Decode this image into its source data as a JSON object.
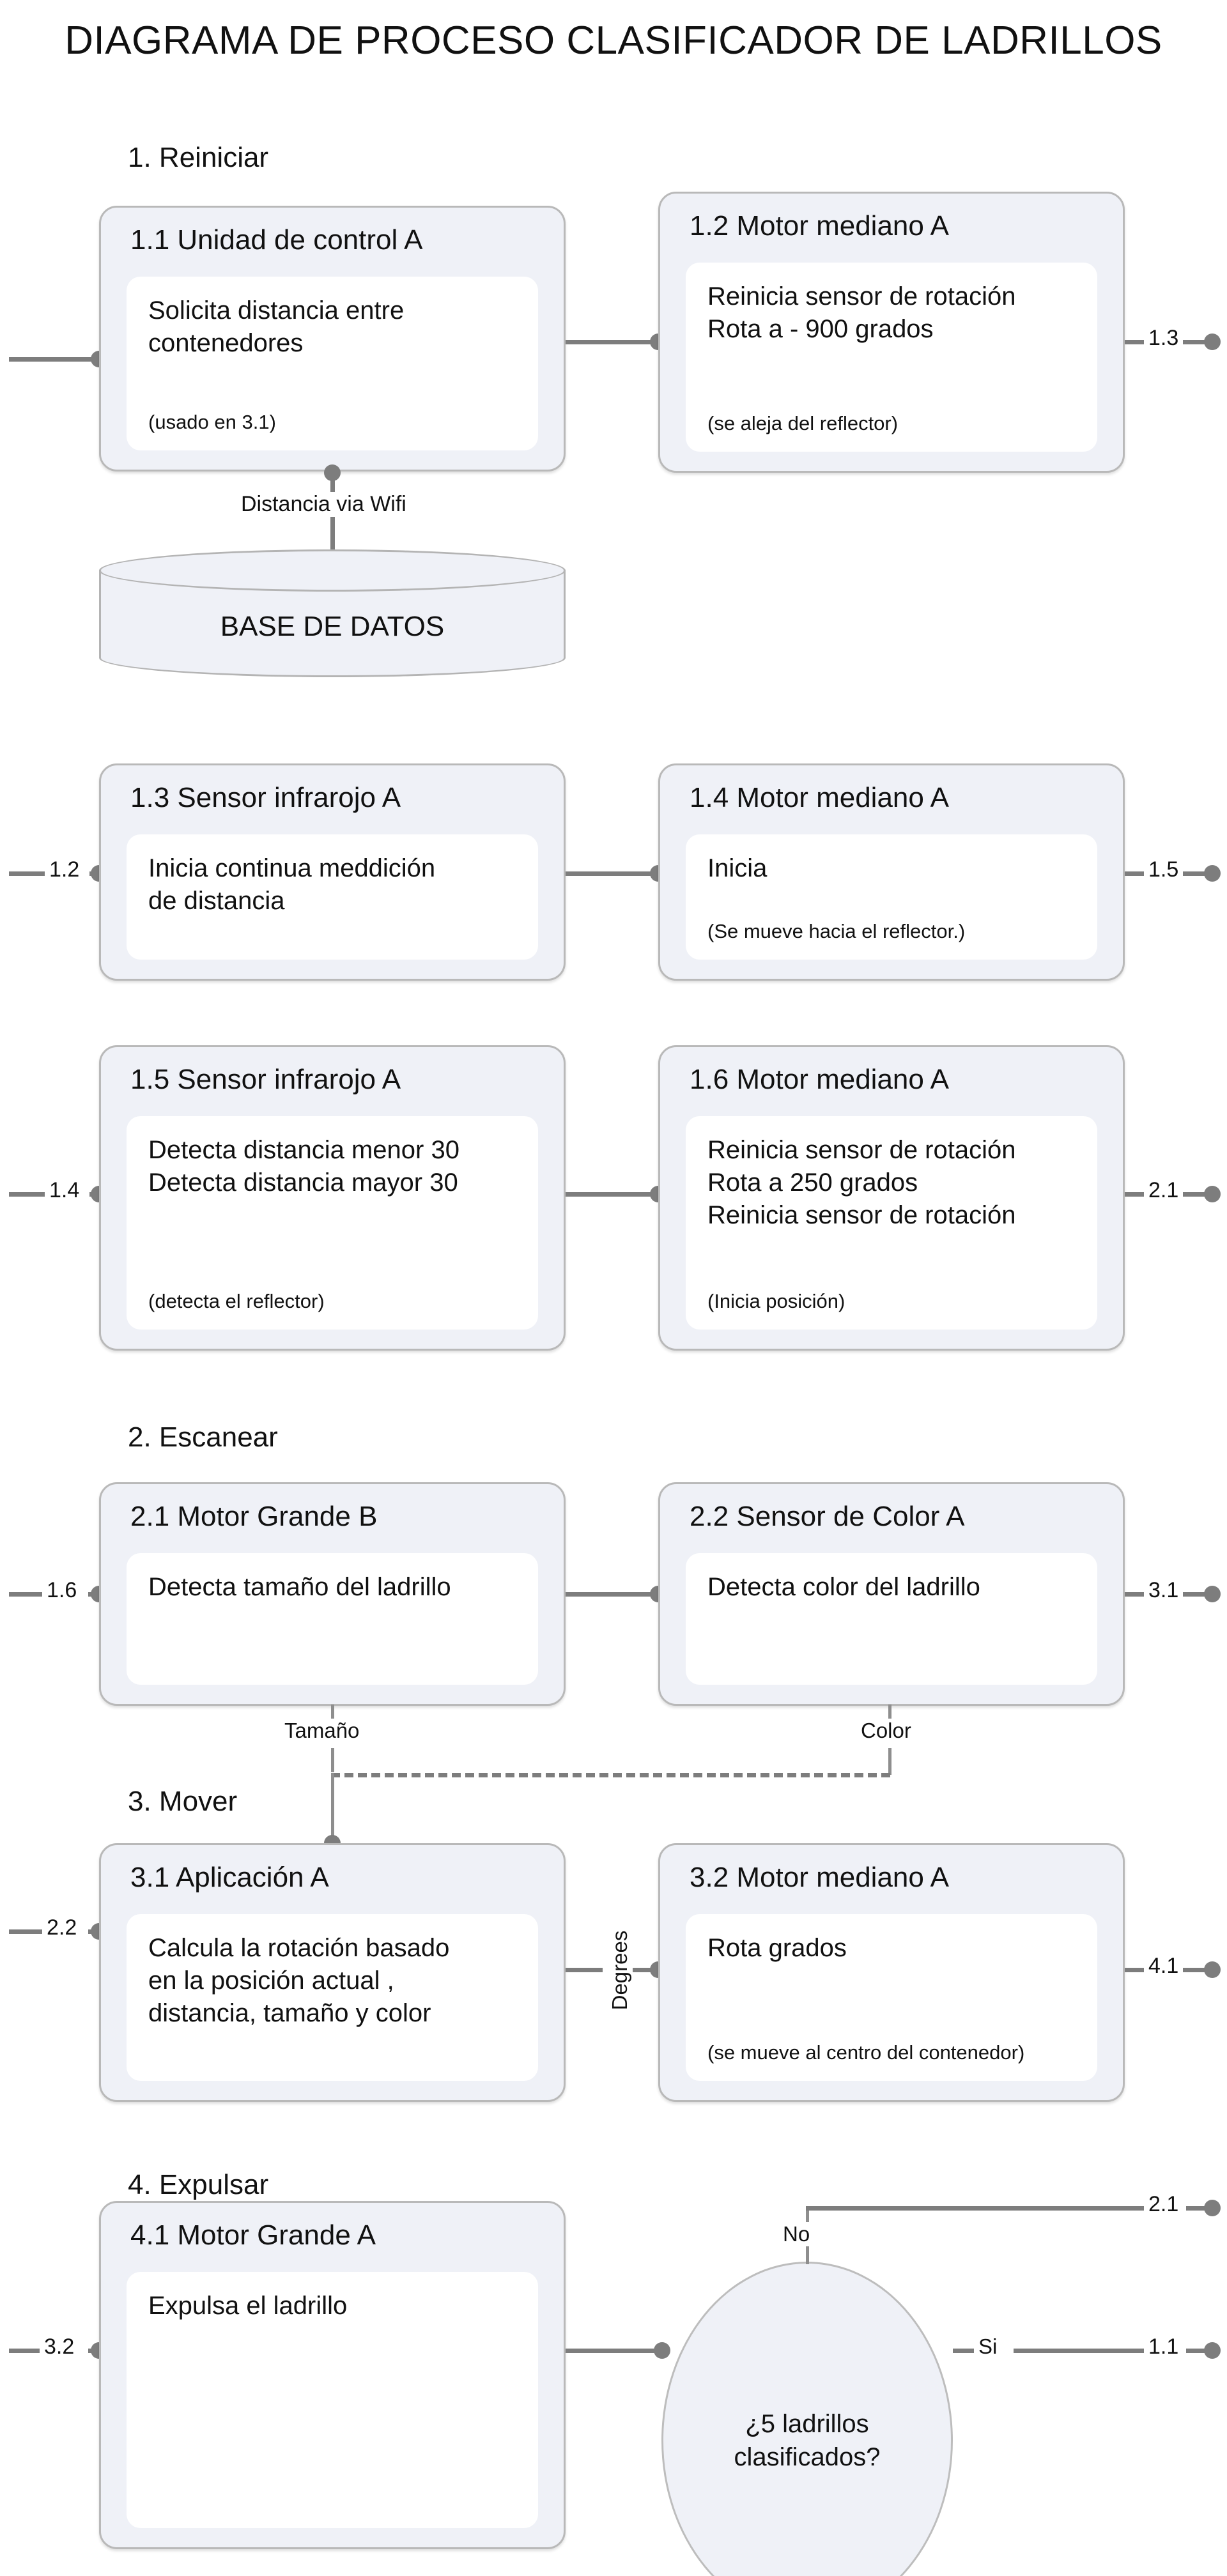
{
  "title": "DIAGRAMA DE PROCESO CLASIFICADOR DE LADRILLOS",
  "colors": {
    "box_fill": "#eff1f7",
    "box_border": "#b9b9b9",
    "inner_fill": "#ffffff",
    "connector": "#7d7d7d",
    "page_background": "#ffffff",
    "text": "#111111"
  },
  "phases": [
    {
      "id": "phase-1",
      "label": "1. Reiniciar"
    },
    {
      "id": "phase-2",
      "label": "2. Escanear"
    },
    {
      "id": "phase-3",
      "label": "3. Mover"
    },
    {
      "id": "phase-4",
      "label": "4. Expulsar"
    }
  ],
  "boxes": [
    {
      "id": "1.1",
      "title": "1.1 Unidad de control A",
      "lines": "Solicita distancia entre contenedores",
      "note": "(usado en 3.1)"
    },
    {
      "id": "1.2",
      "title": "1.2 Motor mediano A",
      "line1": "Reinicia sensor de rotación",
      "line2": "Rota a - 900 grados",
      "note": "(se aleja del reflector)"
    },
    {
      "id": "1.3",
      "title": "1.3 Sensor infrarojo A",
      "line1": "Inicia continua meddición",
      "line2": "de  distancia",
      "note": ""
    },
    {
      "id": "1.4",
      "title": "1.4 Motor mediano A",
      "line1": "Inicia",
      "note": "(Se mueve hacia el reflector.)"
    },
    {
      "id": "1.5",
      "title": "1.5 Sensor infrarojo A",
      "line1": "Detecta distancia menor 30",
      "line2": "Detecta distancia mayor 30",
      "note": "(detecta el reflector)"
    },
    {
      "id": "1.6",
      "title": "1.6 Motor mediano A",
      "line1": "Reinicia sensor de rotación",
      "line2": "Rota a 250 grados",
      "line3": "Reinicia sensor de rotación",
      "note": "(Inicia posición)"
    },
    {
      "id": "2.1",
      "title": "2.1 Motor Grande B",
      "line1": "Detecta tamaño del ladrillo",
      "note": ""
    },
    {
      "id": "2.2",
      "title": "2.2 Sensor de Color A",
      "line1": "Detecta color del ladrillo",
      "note": ""
    },
    {
      "id": "3.1",
      "title": "3.1 Aplicación A",
      "line1": "Calcula la rotación basado",
      "line2": "en la posición actual ,",
      "line3": "distancia, tamaño y color",
      "note": ""
    },
    {
      "id": "3.2",
      "title": "3.2 Motor mediano A",
      "line1": "Rota grados",
      "note": "(se mueve al centro del contenedor)"
    },
    {
      "id": "4.1",
      "title": "4.1 Motor Grande A",
      "line1": "Expulsa el ladrillo",
      "note": ""
    }
  ],
  "database": {
    "label": "BASE DE DATOS",
    "incoming_edge_label": "Distancia via Wifi"
  },
  "decision": {
    "text_line1": "¿5 ladrillos",
    "text_line2": "clasificados?",
    "branch_no": "No",
    "branch_si": "Si"
  },
  "connector_labels": {
    "to_1_3": "1.3",
    "from_1_2": "1.2",
    "to_1_5": "1.5",
    "from_1_4": "1.4",
    "to_2_1": "2.1",
    "from_1_6": "1.6",
    "to_3_1": "3.1",
    "from_2_2": "2.2",
    "to_4_1": "4.1",
    "from_3_2": "3.2",
    "no_target": "2.1",
    "si_target": "1.1",
    "tamano": "Tamaño",
    "color": "Color",
    "degrees": "Degrees"
  }
}
